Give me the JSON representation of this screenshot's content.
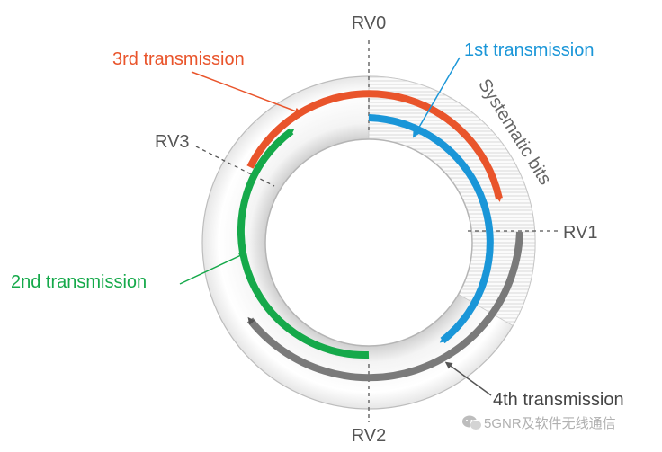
{
  "diagram": {
    "rv_labels": {
      "rv0": "RV0",
      "rv1": "RV1",
      "rv2": "RV2",
      "rv3": "RV3"
    },
    "systematic_label": "Systematic bits",
    "transmissions": [
      {
        "label": "1st transmission",
        "color": "#1a96d8"
      },
      {
        "label": "2nd transmission",
        "color": "#15a94a"
      },
      {
        "label": "3rd transmission",
        "color": "#e9542b"
      },
      {
        "label": "4th transmission",
        "color": "#7a7a7a"
      }
    ]
  },
  "watermark": {
    "text": "5GNR及软件无线通信",
    "icon": "wechat-icon"
  }
}
